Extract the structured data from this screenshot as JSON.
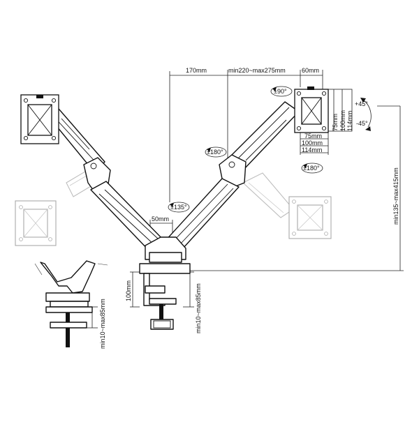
{
  "dimensions": {
    "arm_reach": "170mm",
    "extension": "min220~max275mm",
    "pivot_offset": "60mm",
    "vesa_75_h": "75mm",
    "vesa_100_h": "100mm",
    "vesa_114_h": "114mm",
    "vesa_75_w": "75mm",
    "vesa_100_w": "100mm",
    "vesa_114_w": "114mm",
    "pole_width": "50mm",
    "clamp_height": "100mm",
    "clamp_range": "min10~max85mm",
    "grommet_range": "min10~max85mm",
    "height_range": "min135~max415mm"
  },
  "rotations": {
    "swivel_head": "±90°",
    "tilt_up": "+45°",
    "tilt_down": "-45°",
    "rotate_elbow": "±180°",
    "rotate_plate": "±180°",
    "rotate_base": "±135°"
  }
}
